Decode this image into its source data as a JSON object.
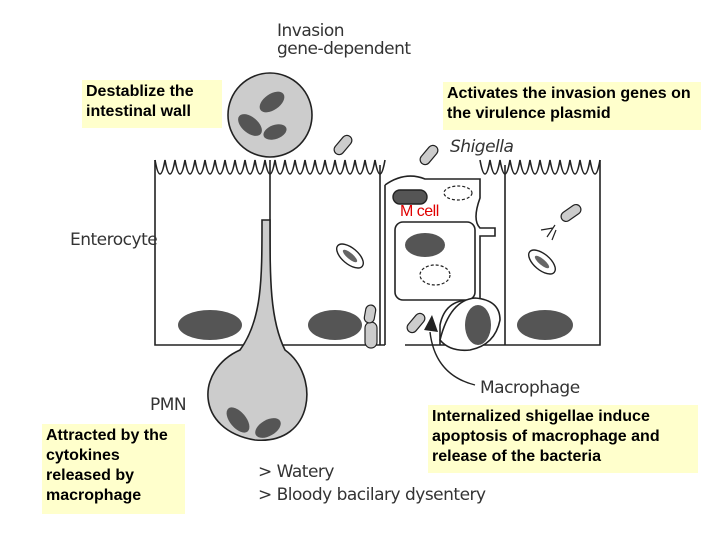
{
  "callouts": {
    "destabilize": "Destablize the intestinal wall",
    "activates": "Activates the invasion genes on the virulence plasmid",
    "attracted": "Attracted by the cytokines released by macrophage",
    "internalized": "Internalized shigellae induce apoptosis of macrophage and release of the bacteria"
  },
  "labels": {
    "invasion_line1": "Invasion",
    "invasion_line2": "gene-dependent",
    "shigella": "Shigella",
    "m_cell": "M cell",
    "enterocyte": "Enterocyte",
    "macrophage": "Macrophage",
    "pmn": "PMN",
    "watery": "> Watery",
    "bloody": "> Bloody bacilary dysentery"
  },
  "colors": {
    "callout_bg": "#ffffcc",
    "m_cell_text": "#e00000",
    "cell_fill": "#c8c8c8",
    "nucleus": "#555555"
  }
}
